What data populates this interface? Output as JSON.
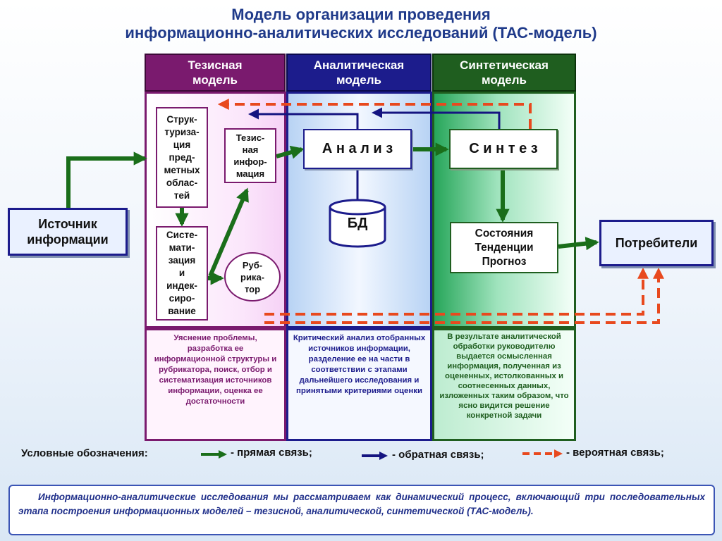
{
  "title": {
    "line1": "Модель организации проведения",
    "line2": "информационно-аналитических исследований (ТАС-модель)"
  },
  "columns": {
    "thesis": {
      "header_line1": "Тезисная",
      "header_line2": "модель",
      "description": "Уяснение проблемы, разработка ее информационной структуры и рубрикатора, поиск, отбор и систематизация источников информации, оценка ее достаточности"
    },
    "analytic": {
      "header_line1": "Аналитическая",
      "header_line2": "модель",
      "description": "Критический анализ отобранных источников информации, разделение ее на части в соответствии с этапами дальнейшего исследования и принятыми критериями оценки"
    },
    "synthetic": {
      "header_line1": "Синтетическая",
      "header_line2": "модель",
      "description": "В результате аналитической обработки руководителю выдается осмысленная информация, полученная из оцененных, истолкованных и соотнесенных данных, изложенных таким образом, что ясно видится решение конкретной задачи"
    }
  },
  "nodes": {
    "source": {
      "line1": "Источник",
      "line2": "информации"
    },
    "consumers": "Потребители",
    "structuring": [
      "Струк-",
      "туриза-",
      "ция",
      "пред-",
      "метных",
      "облас-",
      "тей"
    ],
    "systematization": [
      "Систе-",
      "мати-",
      "зация",
      "и",
      "индек-",
      "сиро-",
      "вание"
    ],
    "thesis_info": [
      "Тезис-",
      "ная",
      "инфор-",
      "мация"
    ],
    "rubricator": [
      "Руб-",
      "рика-",
      "тор"
    ],
    "analysis": "А н а л и з",
    "database": "БД",
    "synthesis": "С и н т е з",
    "states": [
      "Состояния",
      "Тенденции",
      "Прогноз"
    ]
  },
  "legend": {
    "title": "Условные обозначения:",
    "direct": "- прямая связь;",
    "feedback": "- обратная связь;",
    "probable": "- вероятная связь;"
  },
  "note": "Информационно-аналитические исследования мы рассматриваем как динамический процесс, включающий три последовательных этапа построения информационных моделей – тезисной, аналитической, синтетической (ТАС-модель).",
  "colors": {
    "title": "#1f3a8a",
    "thesis_header": "#7a1a6e",
    "analytic_header": "#1c1c8c",
    "synthetic_header": "#1f5e1f",
    "direct_arrow": "#1a6e1a",
    "feedback_arrow": "#141480",
    "probable_arrow": "#e8491e",
    "box_border_purple": "#7a1a6e",
    "box_border_blue": "#1c1c8c",
    "box_border_green": "#1f5e1f"
  }
}
